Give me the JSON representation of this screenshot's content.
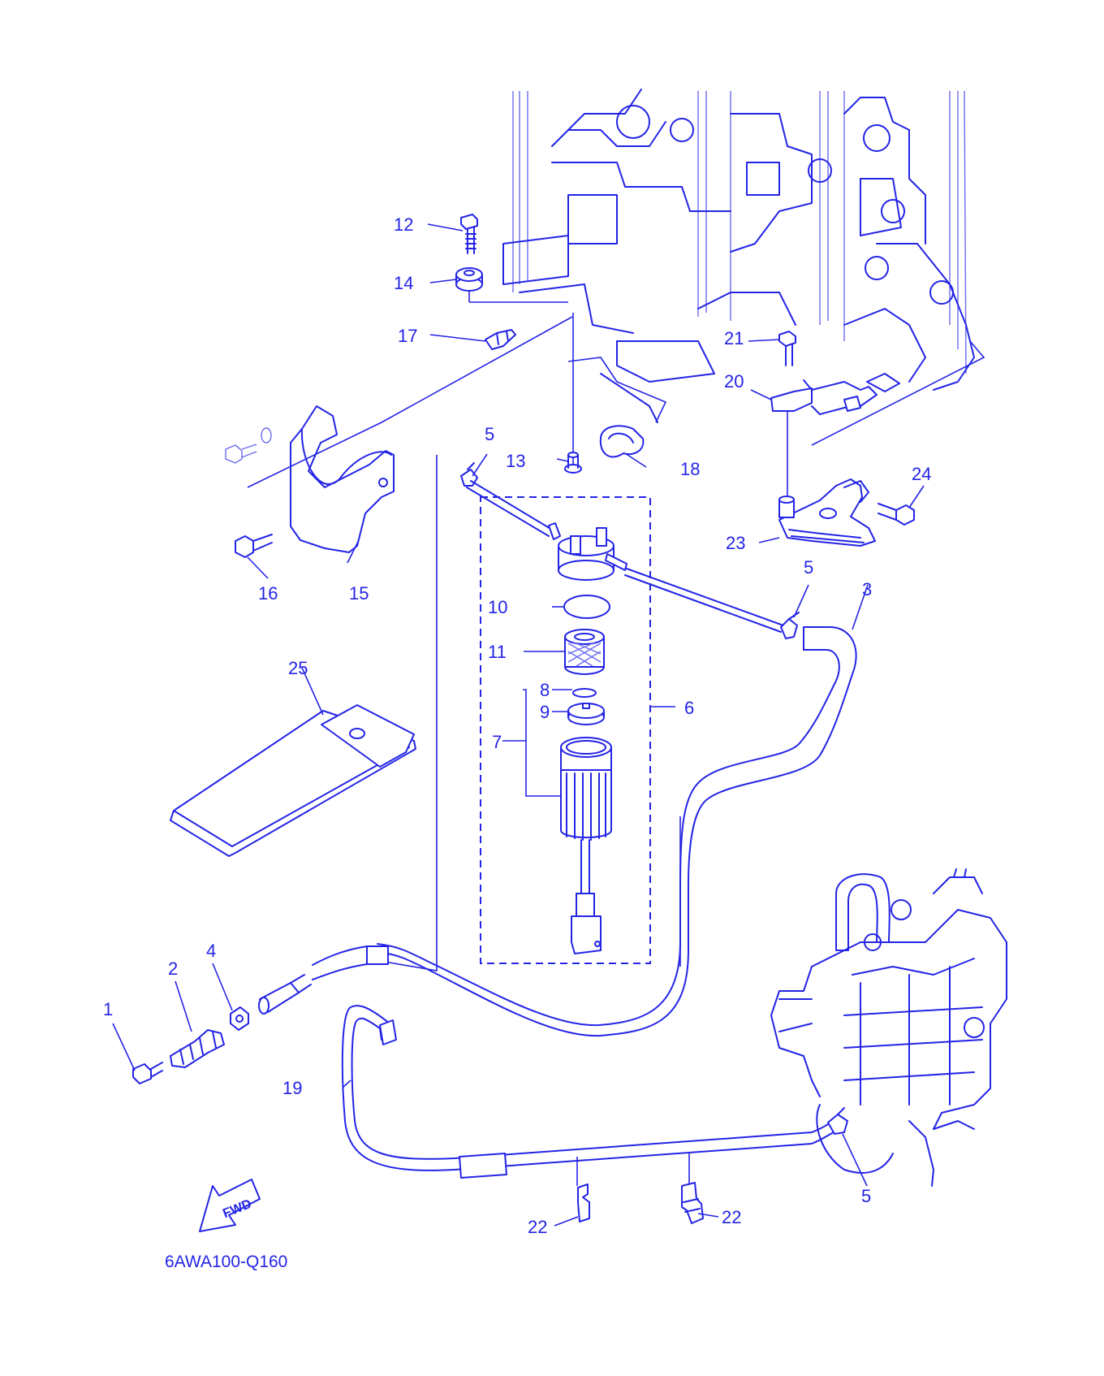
{
  "diagram": {
    "code": "6AWA100-Q160",
    "fwd_label": "FWD",
    "labels": [
      "1",
      "2",
      "3",
      "4",
      "5",
      "5",
      "5",
      "6",
      "7",
      "8",
      "9",
      "10",
      "11",
      "12",
      "13",
      "14",
      "15",
      "16",
      "17",
      "18",
      "19",
      "20",
      "21",
      "22",
      "22",
      "23",
      "24",
      "25"
    ],
    "colors": {
      "line": "#2424e6",
      "background": "#ffffff"
    },
    "parts": [
      "bolt",
      "plug",
      "hose",
      "nut",
      "clip",
      "fuel-filter-assembly",
      "filter-cup",
      "o-ring",
      "element-holder",
      "o-ring",
      "filter-element",
      "bolt",
      "collar",
      "grommet",
      "bracket",
      "bolt",
      "clamp",
      "holder",
      "fuel-hose",
      "bracket",
      "bolt",
      "clip",
      "bracket",
      "bolt",
      "manual"
    ]
  }
}
